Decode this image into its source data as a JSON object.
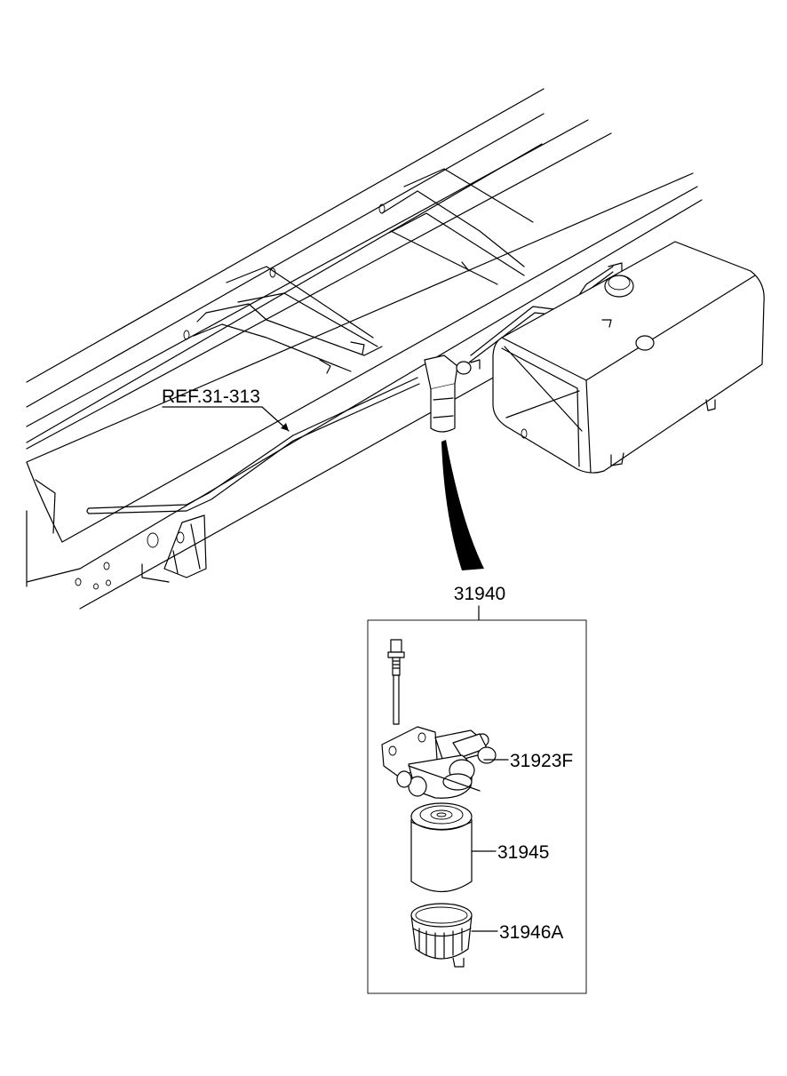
{
  "labels": {
    "ref": "REF.31-313",
    "assembly": "31940",
    "part_head": "31923F",
    "part_filter": "31945",
    "part_bowl": "31946A"
  }
}
